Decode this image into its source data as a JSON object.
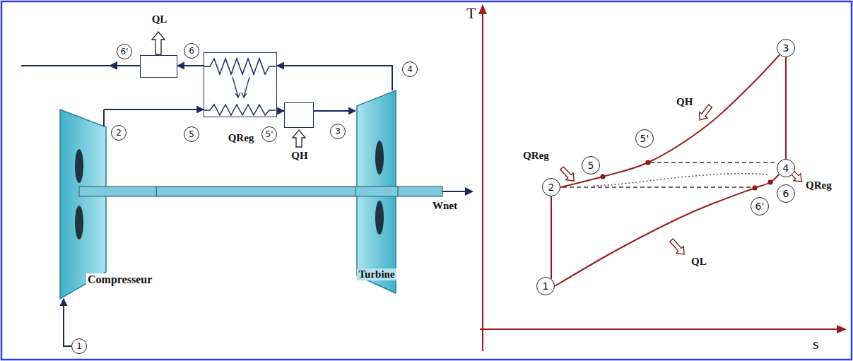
{
  "diagram": {
    "nodes": [
      {
        "text": [
          "6'"
        ]
      },
      {
        "text": [
          "QL"
        ]
      },
      {
        "text": [
          "6"
        ]
      },
      {
        "text": [
          "QReg"
        ]
      },
      {
        "text": [
          "4"
        ]
      },
      {
        "text": [
          "2"
        ]
      },
      {
        "text": [
          "5"
        ]
      },
      {
        "text": [
          "5'"
        ]
      },
      {
        "text": [
          "QH"
        ]
      },
      {
        "text": [
          "3"
        ]
      },
      {
        "text": [
          "Compresseur"
        ]
      },
      {
        "text": [
          "Turbine"
        ]
      },
      {
        "text": [
          "1"
        ]
      },
      {
        "text": [
          "3"
        ]
      },
      {
        "text": [
          "5'"
        ]
      },
      {
        "text": [
          "5"
        ]
      },
      {
        "text": [
          "4"
        ]
      },
      {
        "text": [
          "2"
        ]
      },
      {
        "text": [
          "6"
        ]
      },
      {
        "text": [
          "6'"
        ]
      },
      {
        "text": [
          "1"
        ]
      }
    ],
    "edges": [
      {
        "from": 12,
        "to": 10,
        "arrow": "to"
      },
      {
        "from": 10,
        "to": 3,
        "arrow": "to"
      },
      {
        "from": 3,
        "to": 8,
        "arrow": "to"
      },
      {
        "from": 8,
        "to": 11,
        "arrow": "to"
      },
      {
        "from": 11,
        "to": 3,
        "arrow": "to"
      },
      {
        "from": 3,
        "to": 1,
        "arrow": "to"
      },
      {
        "from": 10,
        "to": 11,
        "arrow": "none"
      },
      {
        "from": 20,
        "to": 17,
        "arrow": "none"
      },
      {
        "from": 17,
        "to": 13,
        "arrow": "none"
      },
      {
        "from": 13,
        "to": 16,
        "arrow": "none"
      },
      {
        "from": 16,
        "to": 20,
        "arrow": "none"
      }
    ],
    "labels": [
      "T",
      "QH",
      "QReg",
      "QReg",
      "Wnet",
      "QL",
      "s"
    ]
  }
}
